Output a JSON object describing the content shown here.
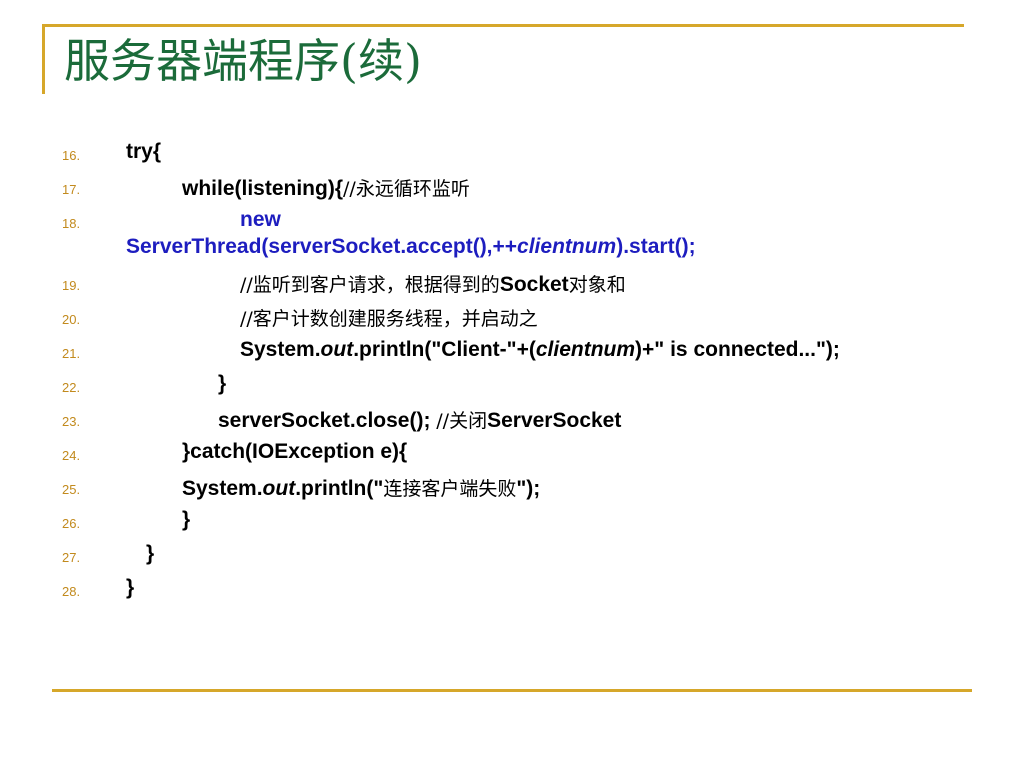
{
  "title": "服务器端程序(续)",
  "lines": [
    {
      "num": "16.",
      "parts": [
        "try{"
      ]
    },
    {
      "num": "17.",
      "parts": [
        "while(listening){",
        "//永远循环监听"
      ]
    },
    {
      "num": "18.",
      "parts": [
        "new",
        "ServerThread(serverSocket.accept(),++",
        "clientnum",
        ").start();"
      ]
    },
    {
      "num": "19.",
      "parts": [
        "//监听到客户请求，根据得到的",
        "Socket",
        "对象和"
      ]
    },
    {
      "num": "20.",
      "parts": [
        "//客户计数创建服务线程，并启动之"
      ]
    },
    {
      "num": "21.",
      "parts": [
        "System.",
        "out",
        ".println(\"Client-\"+(",
        "clientnum",
        ")+\" is connected...\");"
      ]
    },
    {
      "num": "22.",
      "parts": [
        "}"
      ]
    },
    {
      "num": "23.",
      "parts": [
        "serverSocket.close(); ",
        "//关闭",
        "ServerSocket"
      ]
    },
    {
      "num": "24.",
      "parts": [
        "}catch(IOException e){"
      ]
    },
    {
      "num": "25.",
      "parts": [
        "System.",
        "out",
        ".println(\"",
        "连接客户端失败",
        "\");"
      ]
    },
    {
      "num": "26.",
      "parts": [
        "}"
      ]
    },
    {
      "num": "27.",
      "parts": [
        "}"
      ]
    },
    {
      "num": "28.",
      "parts": [
        "}"
      ]
    }
  ],
  "colors": {
    "title": "#1b6b3a",
    "rule": "#d6a72a",
    "line_number": "#c28a1d",
    "code_text": "#000000",
    "code_highlight": "#1d1dbf"
  }
}
